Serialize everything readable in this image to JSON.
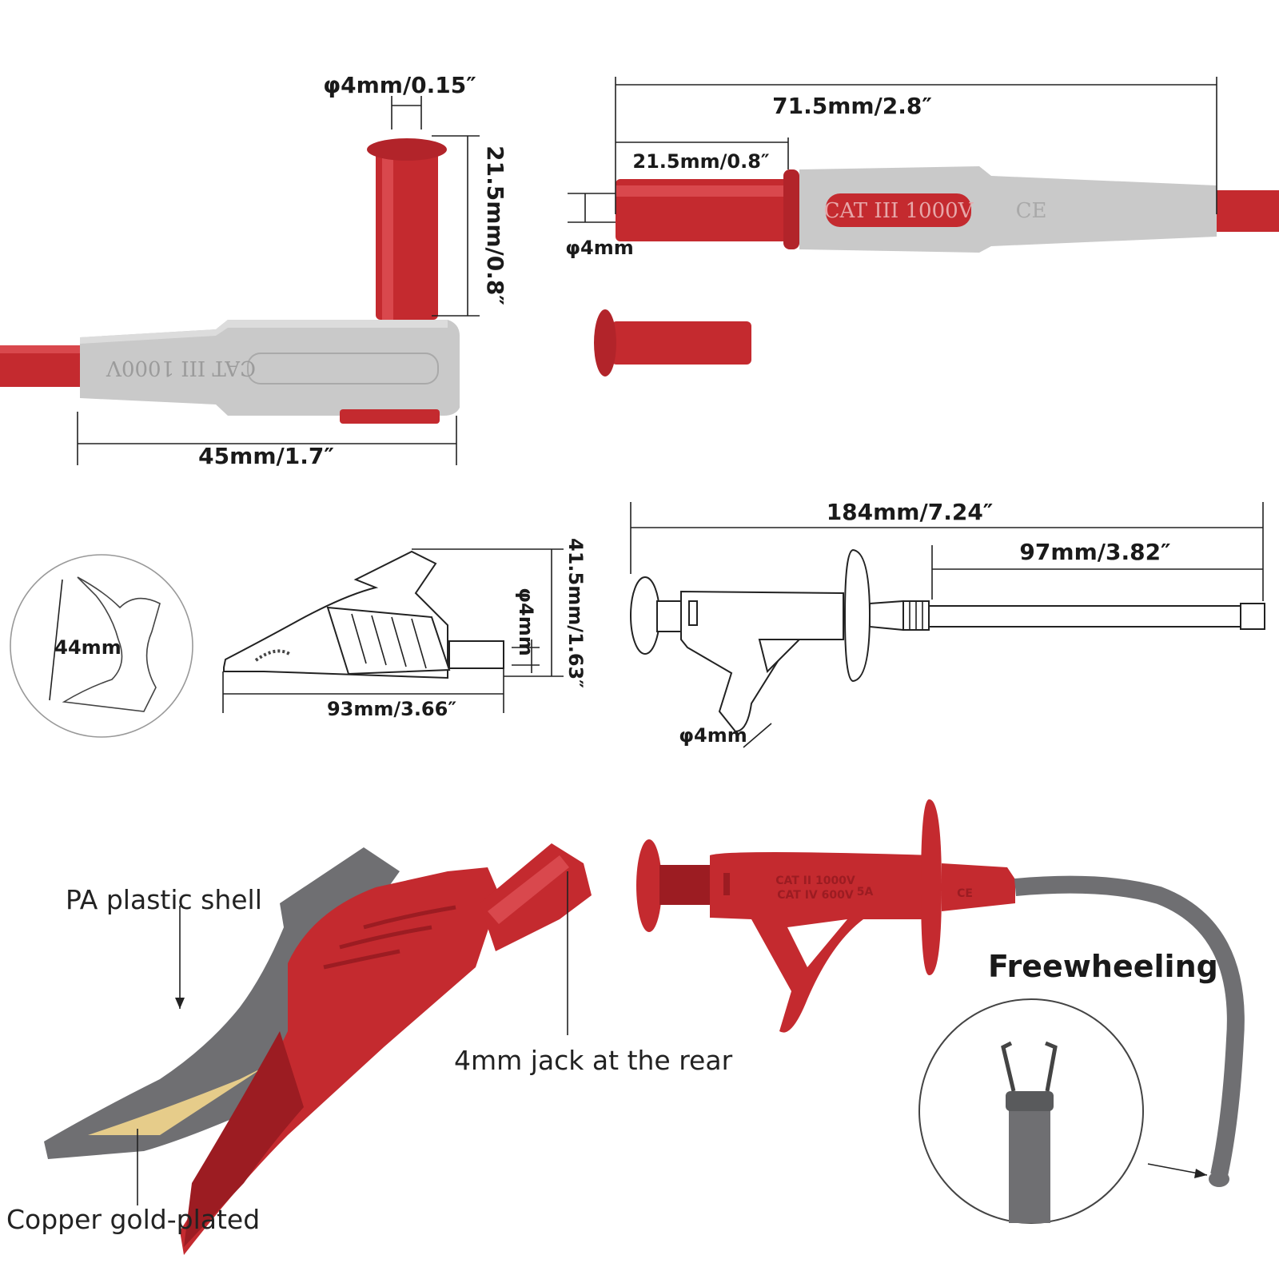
{
  "colors": {
    "red": "#c42a2f",
    "red_dark": "#9c1c22",
    "grey_light": "#c9c9c9",
    "grey_dark": "#6f6f72",
    "gold": "#e6cc8a"
  },
  "right_angle_plug": {
    "tip_diameter": "φ4mm/0.15″",
    "tip_height": "21.5mm/0.8″",
    "body_length": "45mm/1.7″",
    "marking": "CAT III 1000V"
  },
  "straight_plug": {
    "overall_length": "71.5mm/2.8″",
    "tip_length": "21.5mm/0.8″",
    "tip_diameter": "φ4mm",
    "marking": "CAT III 1000V",
    "ce_mark": "CE"
  },
  "alligator_drawing": {
    "jaw_opening": "44mm",
    "length": "93mm/3.66″",
    "height": "41.5mm/1.63″",
    "jack_diameter": "φ4mm"
  },
  "hook_probe_drawing": {
    "overall_length": "184mm/7.24″",
    "needle_length": "97mm/3.82″",
    "jack_diameter": "φ4mm"
  },
  "alligator_photo": {
    "shell_label": "PA plastic shell",
    "jack_label": "4mm jack at the rear",
    "jaw_label": "Copper gold-plated"
  },
  "hook_photo": {
    "label": "Freewheeling",
    "marking_line1": "CAT II  1000V",
    "marking_line2": "CAT IV  600V",
    "current": "5A",
    "ce_mark": "CE"
  }
}
